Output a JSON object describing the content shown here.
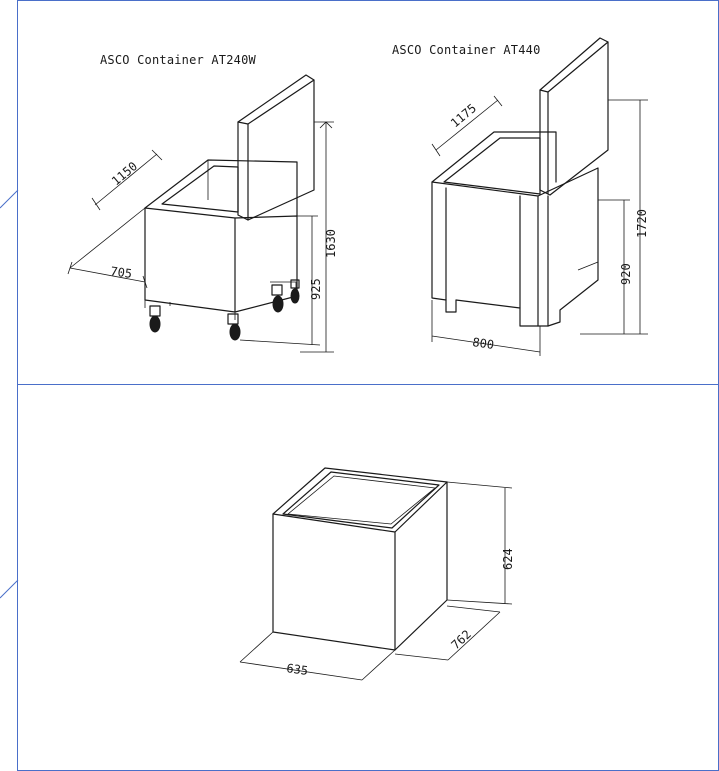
{
  "top_panel": {
    "left_title": "ASCO Container AT240W",
    "right_title": "ASCO Container AT440",
    "left_dims": {
      "width": "705",
      "depth": "1150",
      "height_total": "1630",
      "height_body": "925"
    },
    "right_dims": {
      "width": "800",
      "depth": "1175",
      "height_total": "1720",
      "height_body": "920"
    }
  },
  "bottom_panel": {
    "dims": {
      "width": "635",
      "depth": "762",
      "height": "624"
    }
  },
  "colors": {
    "panel_border": "#4a6fc9",
    "line": "#1a1a1a"
  }
}
